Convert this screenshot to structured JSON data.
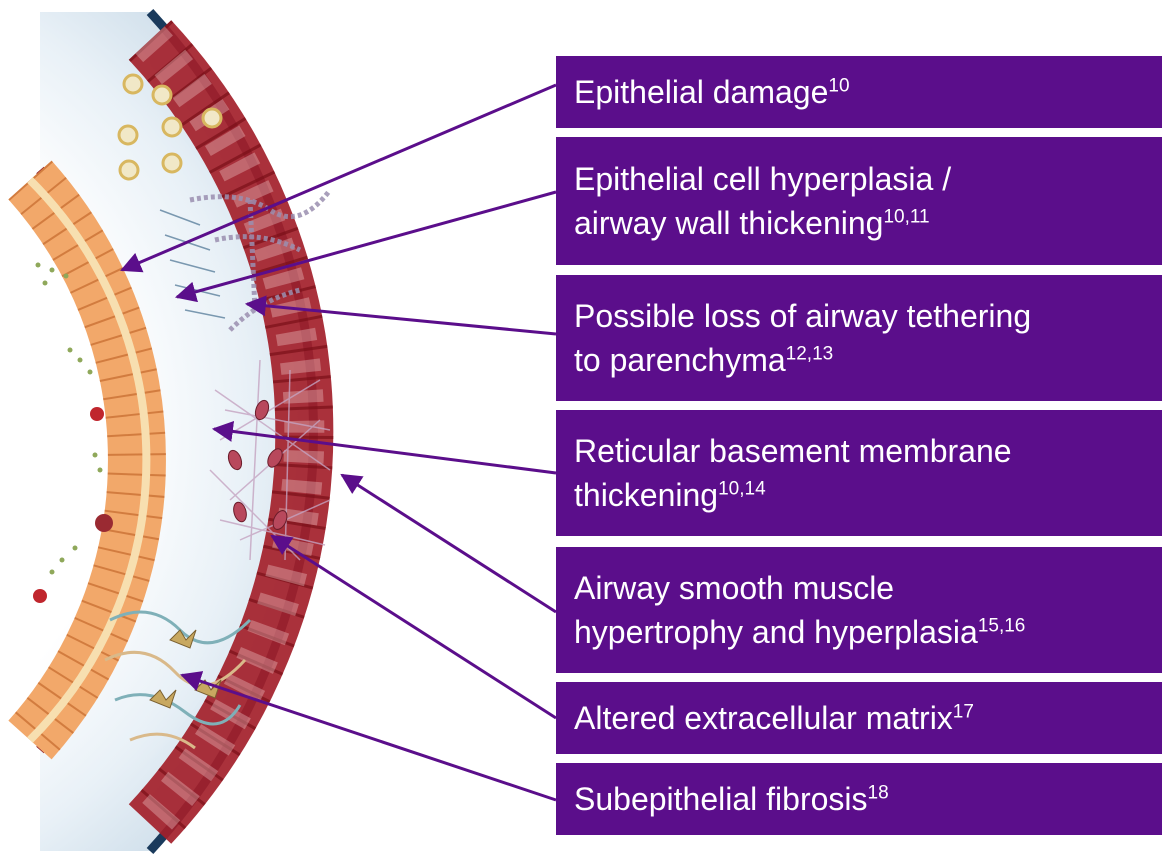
{
  "colors": {
    "label_background": "#5b0e8b",
    "label_text": "#ffffff",
    "arrow": "#5b0e8b",
    "outer_rim": "#1a3a5c",
    "muscle": "#a3202a",
    "epithelium": "#f2a86a",
    "lumen_haze": "#c9dbe8"
  },
  "labels": [
    {
      "text": "Epithelial damage",
      "sup": "10"
    },
    {
      "lines": [
        "Epithelial cell hyperplasia /",
        "airway wall thickening"
      ],
      "sup": "10,11"
    },
    {
      "lines": [
        "Possible loss of airway tethering",
        "to parenchyma"
      ],
      "sup": "12,13"
    },
    {
      "lines": [
        "Reticular basement membrane",
        "thickening"
      ],
      "sup": "10,14"
    },
    {
      "lines": [
        "Airway smooth muscle",
        "hypertrophy and hyperplasia"
      ],
      "sup": "15,16"
    },
    {
      "text": "Altered extracellular matrix",
      "sup": "17"
    },
    {
      "text": "Subepithelial fibrosis",
      "sup": "18"
    }
  ]
}
